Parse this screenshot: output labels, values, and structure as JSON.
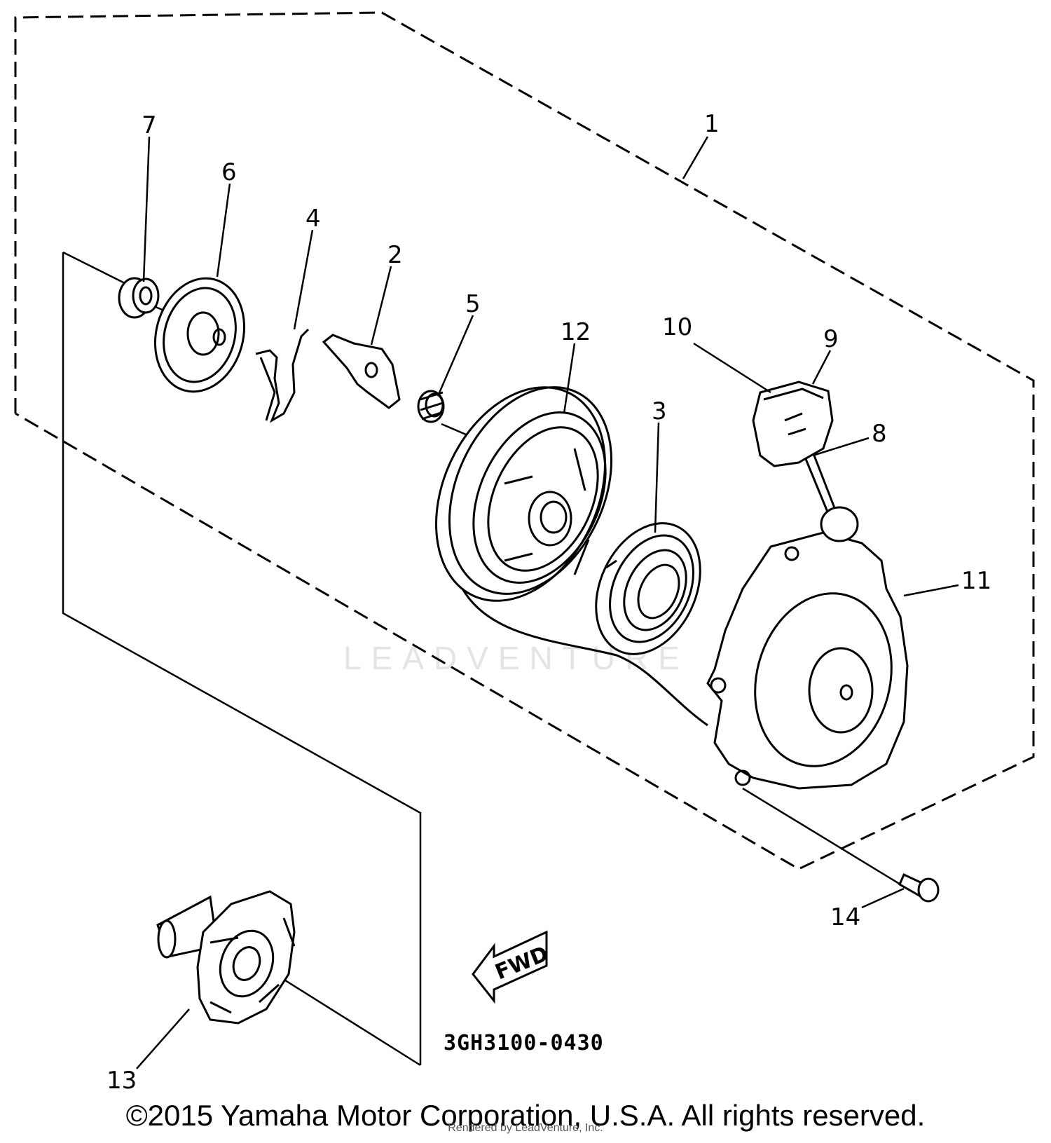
{
  "diagram": {
    "watermark": "LEADVENTURE",
    "part_code": "3GH3100-0430",
    "fwd_label": "FWD",
    "callouts": {
      "c1": "1",
      "c2": "2",
      "c3": "3",
      "c4": "4",
      "c5": "5",
      "c6": "6",
      "c7": "7",
      "c8": "8",
      "c9": "9",
      "c10": "10",
      "c11": "11",
      "c12": "12",
      "c13": "13",
      "c14": "14"
    }
  },
  "footer": {
    "copyright": "©2015 Yamaha Motor Corporation, U.S.A. All rights reserved.",
    "credit": "Rendered by LeadVenture, Inc."
  }
}
